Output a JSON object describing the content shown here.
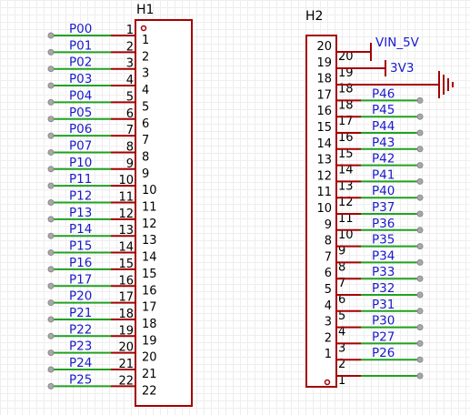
{
  "h1": {
    "ref": "H1",
    "pins": [
      {
        "num": "1",
        "name": "1",
        "net": "P00"
      },
      {
        "num": "2",
        "name": "2",
        "net": "P01"
      },
      {
        "num": "3",
        "name": "3",
        "net": "P02"
      },
      {
        "num": "4",
        "name": "4",
        "net": "P03"
      },
      {
        "num": "5",
        "name": "5",
        "net": "P04"
      },
      {
        "num": "6",
        "name": "6",
        "net": "P05"
      },
      {
        "num": "7",
        "name": "7",
        "net": "P06"
      },
      {
        "num": "8",
        "name": "8",
        "net": "P07"
      },
      {
        "num": "9",
        "name": "9",
        "net": "P10"
      },
      {
        "num": "10",
        "name": "10",
        "net": "P11"
      },
      {
        "num": "11",
        "name": "11",
        "net": "P12"
      },
      {
        "num": "12",
        "name": "12",
        "net": "P13"
      },
      {
        "num": "13",
        "name": "13",
        "net": "P14"
      },
      {
        "num": "14",
        "name": "14",
        "net": "P15"
      },
      {
        "num": "15",
        "name": "15",
        "net": "P16"
      },
      {
        "num": "16",
        "name": "16",
        "net": "P17"
      },
      {
        "num": "17",
        "name": "17",
        "net": "P20"
      },
      {
        "num": "18",
        "name": "18",
        "net": "P21"
      },
      {
        "num": "19",
        "name": "19",
        "net": "P22"
      },
      {
        "num": "20",
        "name": "20",
        "net": "P23"
      },
      {
        "num": "21",
        "name": "21",
        "net": "P24"
      },
      {
        "num": "22",
        "name": "22",
        "net": "P25"
      }
    ]
  },
  "h2": {
    "ref": "H2",
    "pins": [
      {
        "num": "20",
        "name": "20",
        "net": "VIN_5V"
      },
      {
        "num": "19",
        "name": "19",
        "net": "3V3"
      },
      {
        "num": "18",
        "name": "18",
        "net": ""
      },
      {
        "num": "18",
        "name": "17",
        "net": "P46"
      },
      {
        "num": "17",
        "name": "16",
        "net": "P45"
      },
      {
        "num": "16",
        "name": "15",
        "net": "P44"
      },
      {
        "num": "15",
        "name": "14",
        "net": "P43"
      },
      {
        "num": "14",
        "name": "13",
        "net": "P42"
      },
      {
        "num": "13",
        "name": "12",
        "net": "P41"
      },
      {
        "num": "12",
        "name": "11",
        "net": "P40"
      },
      {
        "num": "11",
        "name": "10",
        "net": "P37"
      },
      {
        "num": "10",
        "name": "9",
        "net": "P36"
      },
      {
        "num": "9",
        "name": "8",
        "net": "P35"
      },
      {
        "num": "8",
        "name": "7",
        "net": "P34"
      },
      {
        "num": "7",
        "name": "6",
        "net": "P33"
      },
      {
        "num": "6",
        "name": "5",
        "net": "P32"
      },
      {
        "num": "5",
        "name": "4",
        "net": "P31"
      },
      {
        "num": "4",
        "name": "3",
        "net": "P30"
      },
      {
        "num": "3",
        "name": "2",
        "net": "P27"
      },
      {
        "num": "2",
        "name": "1",
        "net": "P26"
      },
      {
        "num": "1",
        "name": "",
        "net": ""
      }
    ]
  },
  "colors": {
    "body": "#a30000",
    "wire": "#21a121",
    "net_label": "#1a1acc",
    "grid": "#eeeeee"
  }
}
